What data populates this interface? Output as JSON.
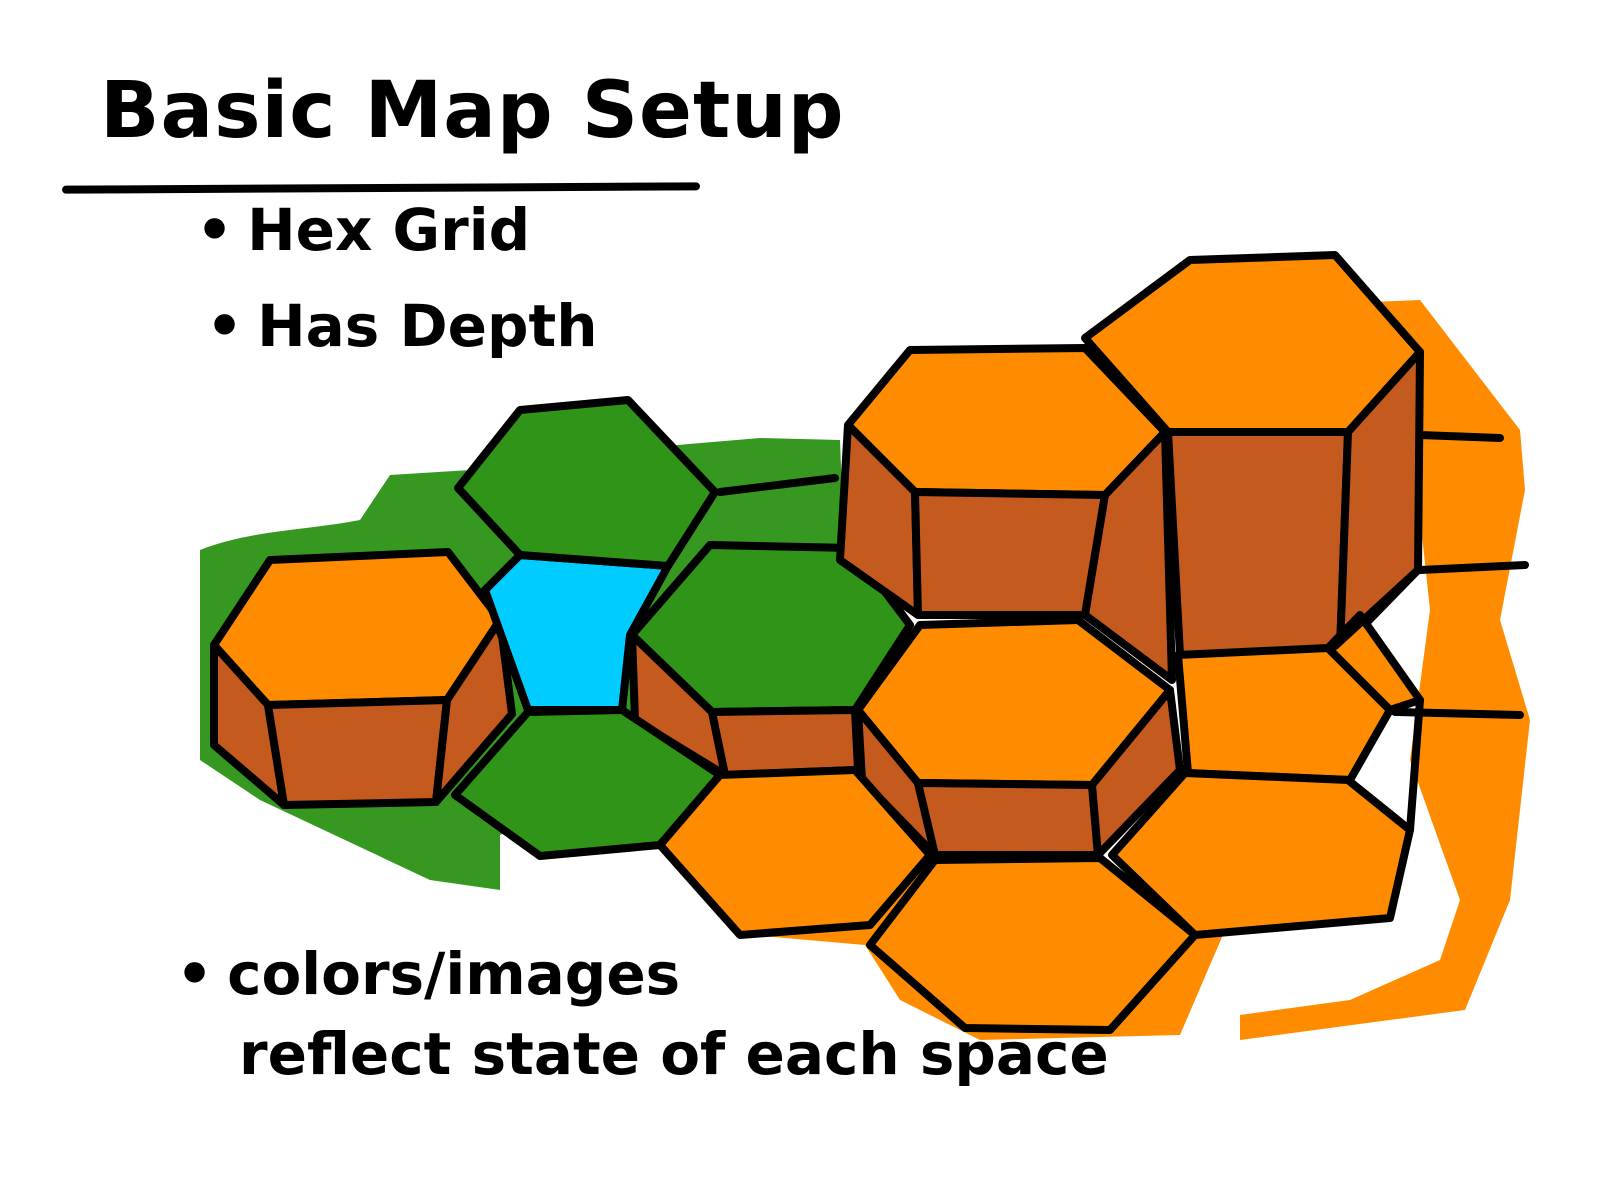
{
  "title": "Basic Map Setup",
  "bullets": {
    "b1": "Hex Grid",
    "b2": "Has Depth",
    "b3_line1": "colors/images",
    "b3_line2": "reflect state of each space"
  },
  "bullet_symbol": "•",
  "colors": {
    "orange": "#FF8C00",
    "brown": "#C55A1E",
    "green": "#2F9418",
    "blue": "#00CCFF",
    "ink": "#000000"
  }
}
